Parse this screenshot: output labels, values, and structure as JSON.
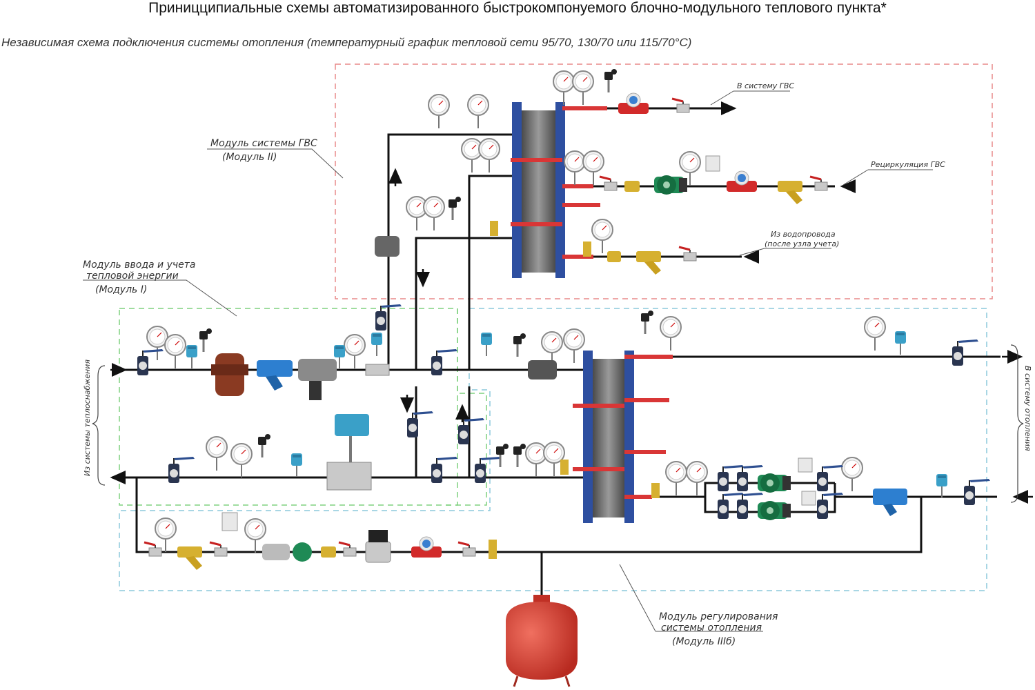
{
  "title": "Приницципиальные схемы автоматизированного быстрокомпонуемого блочно-модульного теплового пункта*",
  "subtitle": "Независимая схема подключения системы отопления  (температурный график тепловой сети 95/70, 130/70 или 115/70°C)",
  "modules": {
    "dhw": {
      "line1": "Модуль системы ГВС",
      "line2": "(Модуль II)",
      "color": "#e88a8a"
    },
    "input": {
      "line1": "Модуль ввода и учета",
      "line2": "тепловой энергии",
      "line3": "(Модуль I)",
      "color": "#7ed17e"
    },
    "heating": {
      "line1": "Модуль регулирования",
      "line2": "системы отопления",
      "line3": "(Модуль IIIб)",
      "color": "#8cc8dc"
    }
  },
  "labels": {
    "to_dhw": "В систему ГВС",
    "dhw_recirc": "Рециркуляция ГВС",
    "from_water_1": "Из водопровода",
    "from_water_2": "(после узла учета)",
    "from_heat_supply": "Из системы теплоснабжения",
    "to_heating": "В систему отопления"
  },
  "colors": {
    "pipe": "#111111",
    "hx_frame": "#2e4fa0",
    "hx_plates": "#6a6a6a",
    "hot_pipe": "#d93636",
    "valve_body": "#2a3550",
    "valve_handle": "#2e4f90",
    "brass": "#d6b030",
    "pump": "#1f8a55",
    "meter_red": "#d22a2a",
    "filter_blue": "#2d7fd0",
    "transmitter": "#3aa0c8",
    "tank": "#e2463a"
  }
}
